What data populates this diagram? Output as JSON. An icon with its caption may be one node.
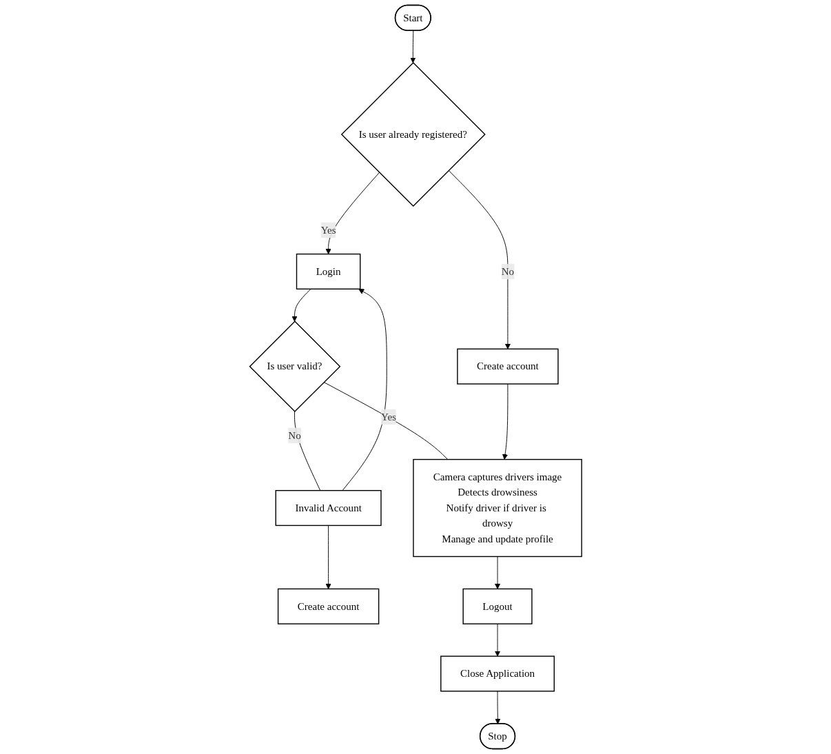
{
  "diagram": {
    "nodes": [
      {
        "text": [
          "Start"
        ]
      },
      {
        "text": [
          "Is user already registered?"
        ]
      },
      {
        "text": [
          "Create account"
        ]
      },
      {
        "text": [
          "Login"
        ]
      },
      {
        "text": [
          "Is user valid?"
        ]
      },
      {
        "text": [
          "Create account"
        ]
      },
      {
        "text": [
          "Invalid Account"
        ]
      },
      {
        "text": [
          "Camera captures drivers image",
          "Detects drowsiness",
          "Notify driver if driver is drowsy",
          "Manage and update profile"
        ]
      },
      {
        "text": [
          "Logout"
        ]
      },
      {
        "text": [
          "Close Application"
        ]
      },
      {
        "text": [
          "Stop"
        ]
      }
    ],
    "edges": [
      {
        "from": 0,
        "to": 1,
        "arrow": "to"
      },
      {
        "from": 1,
        "to": 2,
        "arrow": "to",
        "label": "No"
      },
      {
        "from": 1,
        "to": 3,
        "arrow": "to",
        "label": "Yes"
      },
      {
        "from": 3,
        "to": 4,
        "arrow": "to"
      },
      {
        "from": 4,
        "to": 6,
        "arrow": "none",
        "label": "No"
      },
      {
        "from": 6,
        "to": 5,
        "arrow": "to"
      },
      {
        "from": 6,
        "to": 3,
        "arrow": "to"
      },
      {
        "from": 4,
        "to": 7,
        "arrow": "none",
        "label": "Yes"
      },
      {
        "from": 2,
        "to": 7,
        "arrow": "to"
      },
      {
        "from": 7,
        "to": 8,
        "arrow": "to"
      },
      {
        "from": 8,
        "to": 9,
        "arrow": "to"
      },
      {
        "from": 9,
        "to": 10,
        "arrow": "to"
      }
    ]
  }
}
